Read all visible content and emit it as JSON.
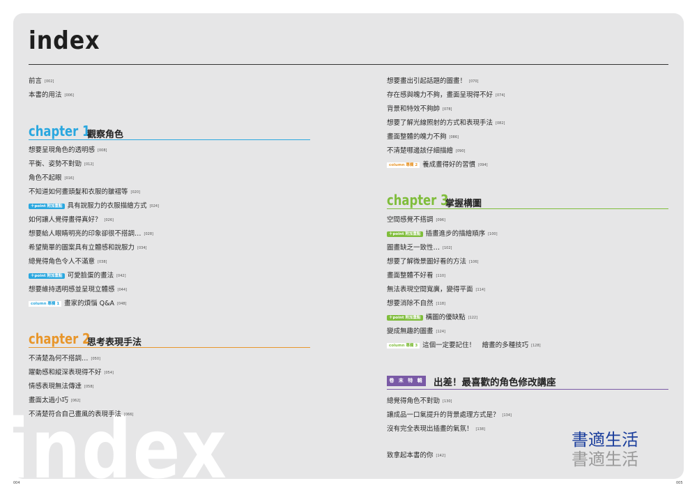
{
  "title": "index",
  "watermark": "index",
  "left": {
    "intro": [
      {
        "text": "前言",
        "page": "[002]"
      },
      {
        "text": "本書的用法",
        "page": "[006]"
      }
    ],
    "chapter1": {
      "en": "chapter 1",
      "zh": "觀察角色",
      "color": "#2aa7df"
    },
    "ch1_items": [
      {
        "text": "想要呈現角色的透明感",
        "page": "[008]"
      },
      {
        "text": "平衡、姿勢不對勁",
        "page": "[012]"
      },
      {
        "text": "角色不起眼",
        "page": "[016]"
      },
      {
        "text": "不知道如何畫頭髮和衣服的皺褶等",
        "page": "[020]"
      },
      {
        "badge": "＋point 附加重點",
        "text": "具有說服力的衣服描繪方式",
        "page": "[024]"
      },
      {
        "text": "如何讓人覺得畫得真好？",
        "page": "[026]"
      },
      {
        "text": "想要給人眼睛明亮的印象卻很不搭調…",
        "page": "[028]"
      },
      {
        "text": "希望簡單的圖案具有立體感和說服力",
        "page": "[034]"
      },
      {
        "text": "總覺得角色令人不滿意",
        "page": "[038]"
      },
      {
        "badge": "＋point 附加重點",
        "text": "可愛臉蛋的畫法",
        "page": "[042]"
      },
      {
        "text": "想要維持透明感並呈現立體感",
        "page": "[044]"
      },
      {
        "column": "column 專欄 1",
        "text": "畫家的煩惱 Q&A",
        "page": "[048]"
      }
    ],
    "chapter2": {
      "en": "chapter 2",
      "zh": "思考表現手法",
      "color": "#e8962b"
    },
    "ch2_items": [
      {
        "text": "不清楚為何不搭調…",
        "page": "[050]"
      },
      {
        "text": "躍動感和縱深表現得不好",
        "page": "[054]"
      },
      {
        "text": "情感表現無法傳達",
        "page": "[058]"
      },
      {
        "text": "畫面太過小巧",
        "page": "[062]"
      },
      {
        "text": "不清楚符合自己畫風的表現手法",
        "page": "[066]"
      }
    ]
  },
  "right": {
    "ch2_cont": [
      {
        "text": "想要畫出引起話題的圖畫！",
        "page": "[070]"
      },
      {
        "text": "存在感與魄力不夠，畫面呈現得不好",
        "page": "[074]"
      },
      {
        "text": "背景和特效不夠帥",
        "page": "[078]"
      },
      {
        "text": "想要了解光線照射的方式和表現手法",
        "page": "[082]"
      },
      {
        "text": "畫面整體的魄力不夠",
        "page": "[086]"
      },
      {
        "text": "不清楚哪邊該仔細描繪",
        "page": "[090]"
      },
      {
        "column": "column 專欄 2",
        "text": "養成畫得好的習慣",
        "page": "[094]"
      }
    ],
    "chapter3": {
      "en": "chapter 3",
      "zh": "掌握構圖",
      "color": "#7fbd3b"
    },
    "ch3_items": [
      {
        "text": "空間感覺不搭調",
        "page": "[096]"
      },
      {
        "badge": "＋point 附加重點",
        "text": "插畫進步的描繪順序",
        "page": "[100]"
      },
      {
        "text": "圖畫缺乏一致性…",
        "page": "[102]"
      },
      {
        "text": "想要了解微景圖好看的方法",
        "page": "[106]"
      },
      {
        "text": "畫面整體不好看",
        "page": "[110]"
      },
      {
        "text": "無法表現空間寬廣，變得平面",
        "page": "[114]"
      },
      {
        "text": "想要消除不自然",
        "page": "[118]"
      },
      {
        "badge": "＋point 附加重點",
        "text": "構圖的優缺點",
        "page": "[122]"
      },
      {
        "text": "變成無趣的圖畫",
        "page": "[124]"
      },
      {
        "column": "column 專欄 3",
        "text": "這個一定要記住！　繪畫的多種技巧",
        "page": "[128]"
      }
    ],
    "special": {
      "badge": "卷 末 特 輯",
      "title": "出差！最喜歡的角色修改講座",
      "color": "#7a5aa6"
    },
    "special_items": [
      {
        "text": "總覺得角色不對勁",
        "page": "[130]"
      },
      {
        "text": "讓成品一口氣提升的背景處理方式是？",
        "page": "[134]"
      },
      {
        "text": "沒有完全表現出插畫的氣氛！",
        "page": "[138]"
      }
    ],
    "closing": {
      "text": "致拿起本書的你",
      "page": "[142]"
    }
  },
  "logo": {
    "line1": "書適生活",
    "line2": "書適生活"
  },
  "folio_left": "004",
  "folio_right": "005"
}
